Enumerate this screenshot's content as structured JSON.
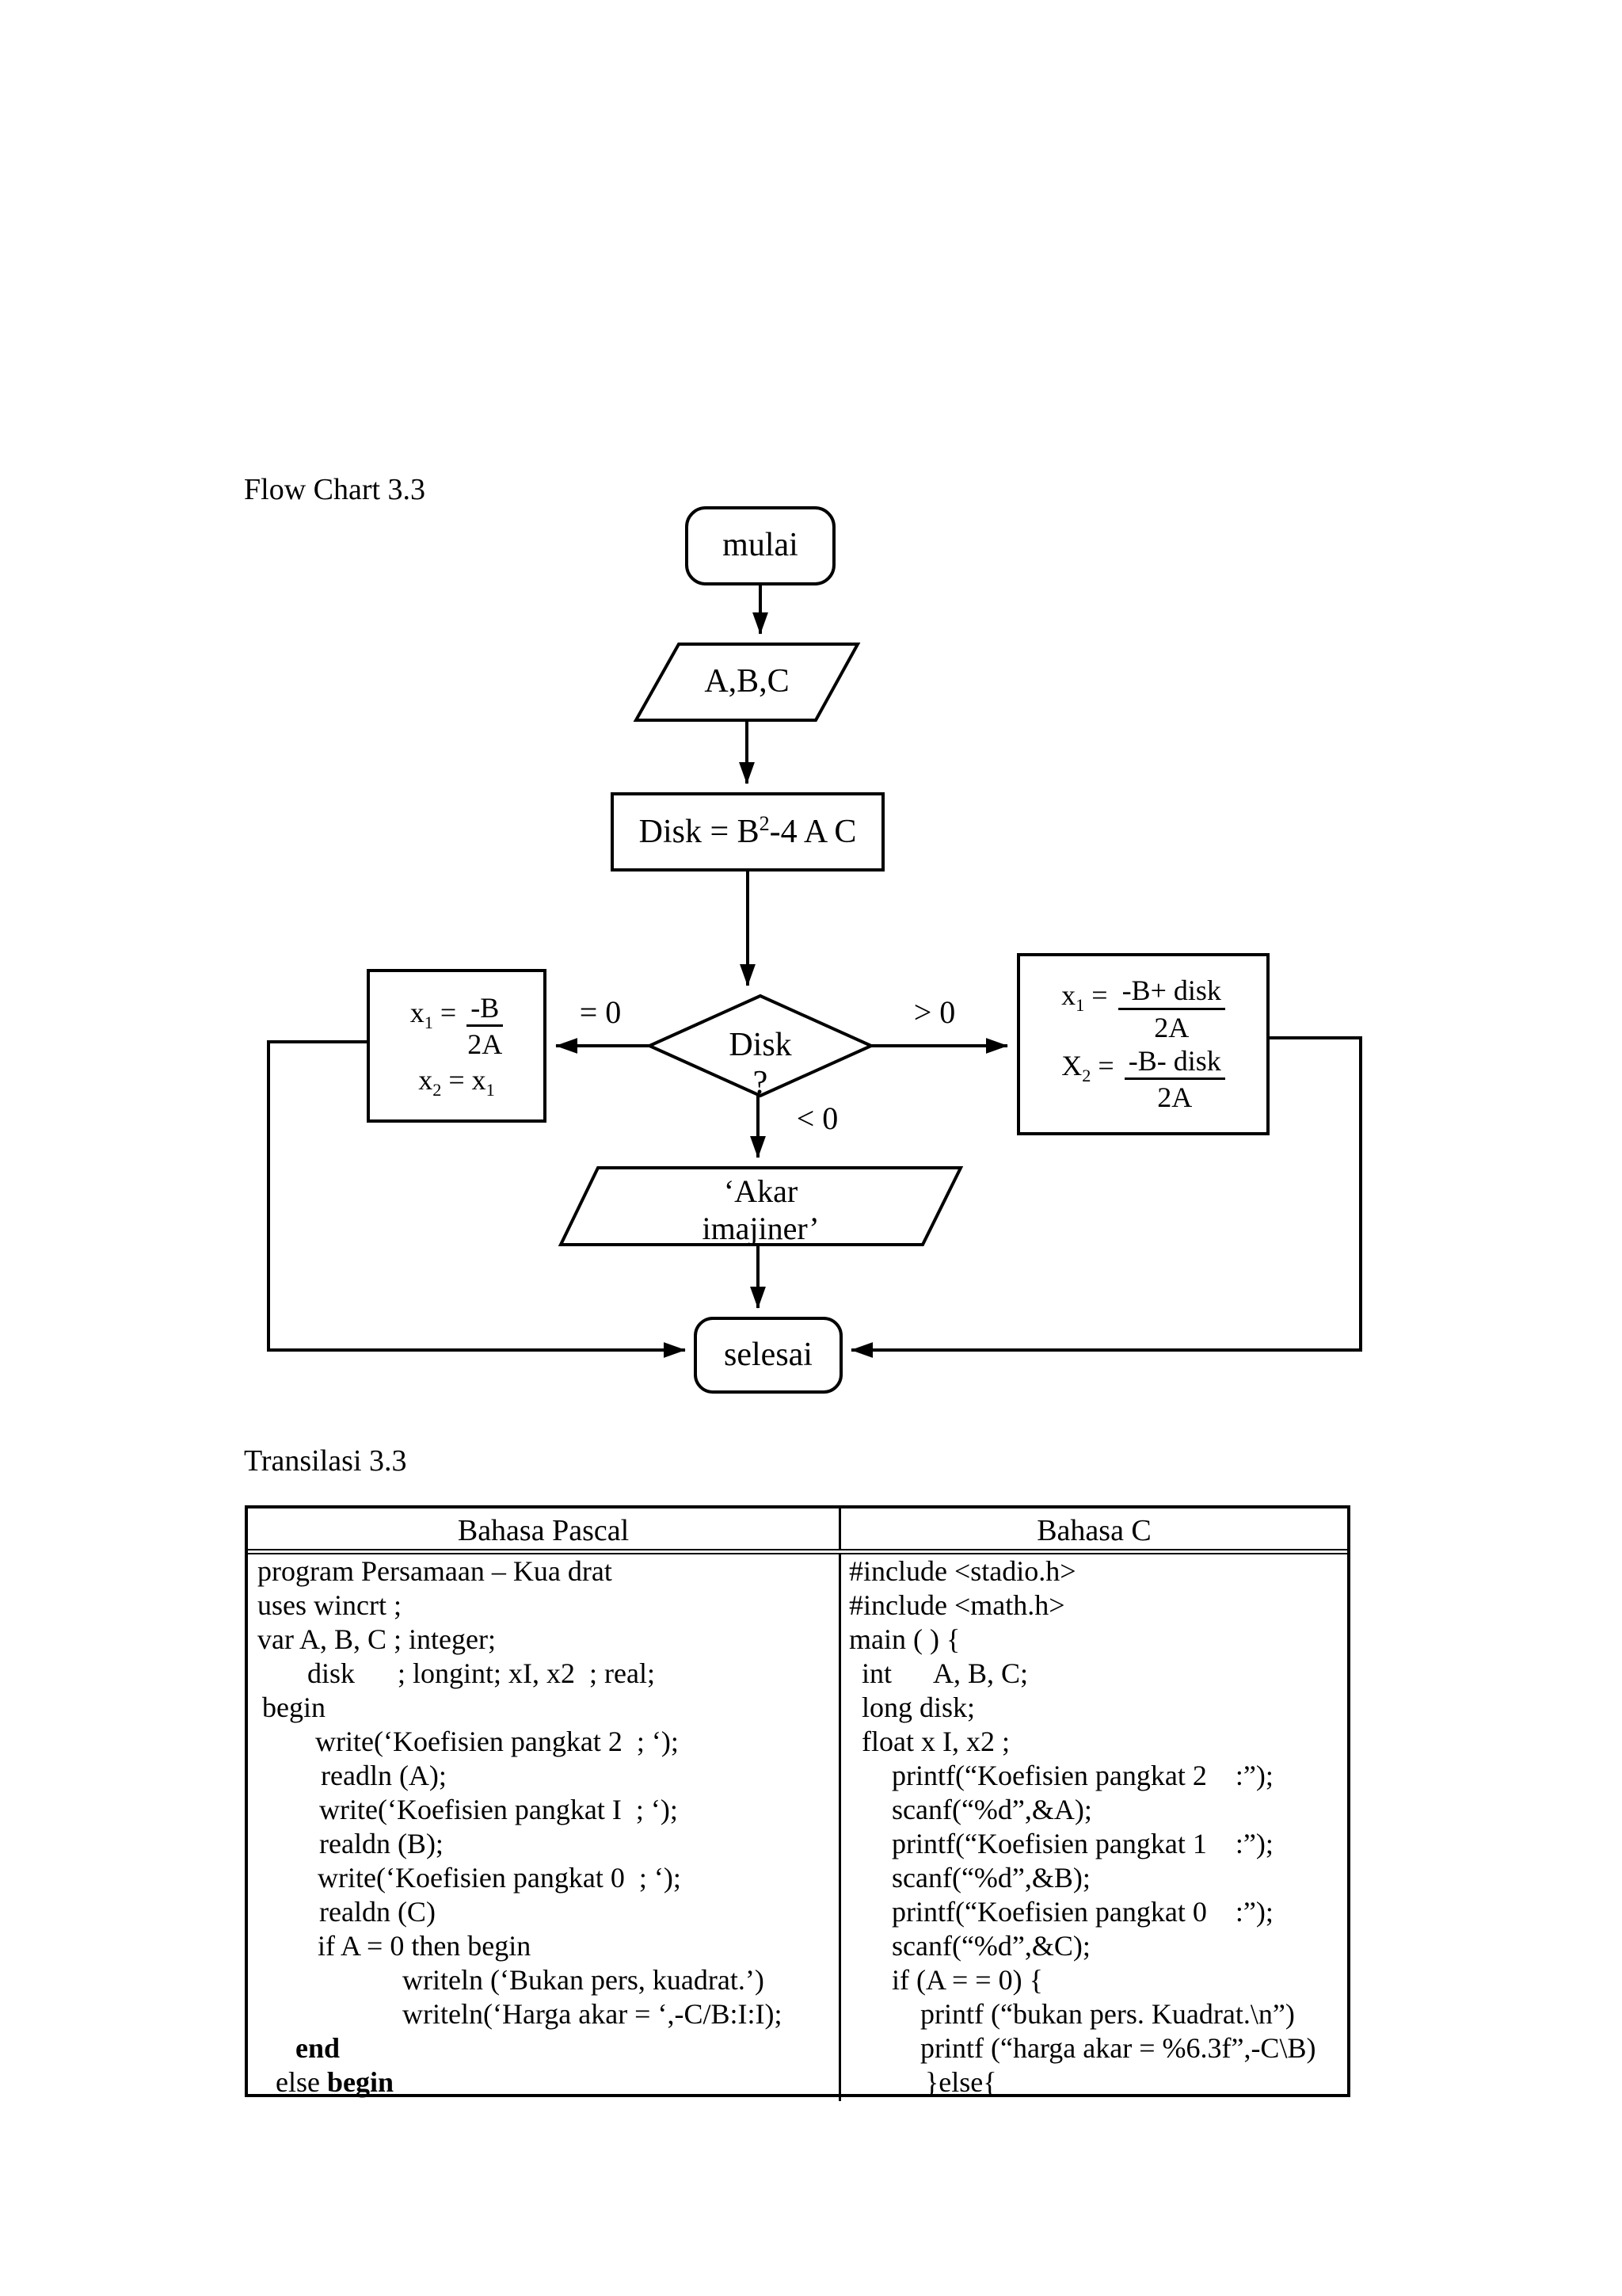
{
  "page": {
    "flowchart_title": "Flow Chart 3.3",
    "table_title": "Transilasi 3.3"
  },
  "flowchart": {
    "start_label": "mulai",
    "input_label": "A,B,C",
    "process": {
      "pre": "Disk = B",
      "sup": "2",
      "post": "-4 A C"
    },
    "decision": {
      "line1": "Disk",
      "line2": "?"
    },
    "branch_eq": "= 0",
    "branch_gt": "> 0",
    "branch_lt": "< 0",
    "left_box": {
      "v1_base": "x",
      "v1_sub": "1",
      "v1_eq": " = ",
      "num": "-B",
      "den": "2A",
      "v2_base": "x",
      "v2_sub": "2",
      "v2_eq": " = ",
      "rhs_base": "x",
      "rhs_sub": "1"
    },
    "right_box": {
      "l1_base": "x",
      "l1_sub": "1",
      "l1_eq": " = ",
      "l1_num": "-B+ disk",
      "l1_den": "2A",
      "l2_base": "X",
      "l2_sub": "2",
      "l2_eq": " = ",
      "l2_num": "-B- disk",
      "l2_den": "2A"
    },
    "output_line1": "‘Akar",
    "output_line2": "imajiner’",
    "end_label": "selesai"
  },
  "table": {
    "headers": [
      "Bahasa Pascal",
      "Bahasa C"
    ],
    "pascal": [
      {
        "ind": 12,
        "seg": [
          {
            "t": "program Persamaan – Kua drat",
            "b": false
          }
        ]
      },
      {
        "ind": 12,
        "seg": [
          {
            "t": "uses wincrt ;",
            "b": false
          }
        ]
      },
      {
        "ind": 12,
        "seg": [
          {
            "t": "var A, B, C ; integer;",
            "b": false
          }
        ]
      },
      {
        "ind": 75,
        "seg": [
          {
            "t": "disk      ; longint; xI, x2  ; real;",
            "b": false
          }
        ]
      },
      {
        "ind": 18,
        "seg": [
          {
            "t": "begin",
            "b": false
          }
        ]
      },
      {
        "ind": 85,
        "seg": [
          {
            "t": "write(‘Koefisien pangkat 2  ; ‘);",
            "b": false
          }
        ]
      },
      {
        "ind": 92,
        "seg": [
          {
            "t": "readln (A);",
            "b": false
          }
        ]
      },
      {
        "ind": 90,
        "seg": [
          {
            "t": "write(‘Koefisien pangkat I  ; ‘);",
            "b": false
          }
        ]
      },
      {
        "ind": 90,
        "seg": [
          {
            "t": "realdn (B);",
            "b": false
          }
        ]
      },
      {
        "ind": 88,
        "seg": [
          {
            "t": "write(‘Koefisien pangkat 0  ; ‘);",
            "b": false
          }
        ]
      },
      {
        "ind": 90,
        "seg": [
          {
            "t": "realdn (C)",
            "b": false
          }
        ]
      },
      {
        "ind": 88,
        "seg": [
          {
            "t": "if A = 0 then begin",
            "b": false
          }
        ]
      },
      {
        "ind": 195,
        "seg": [
          {
            "t": "writeln (‘Bukan pers, kuadrat.’)",
            "b": false
          }
        ]
      },
      {
        "ind": 195,
        "seg": [
          {
            "t": "writeln(‘Harga akar = ‘,-C/B:I:I);",
            "b": false
          }
        ]
      },
      {
        "ind": 60,
        "seg": [
          {
            "t": "end",
            "b": true
          }
        ]
      },
      {
        "ind": 35,
        "seg": [
          {
            "t": "else ",
            "b": false
          },
          {
            "t": "begin",
            "b": true
          }
        ]
      }
    ],
    "c": [
      {
        "ind": 10,
        "seg": [
          {
            "t": "#include <stadio.h>",
            "b": false
          }
        ]
      },
      {
        "ind": 10,
        "seg": [
          {
            "t": "#include <math.h>",
            "b": false
          }
        ]
      },
      {
        "ind": 10,
        "seg": [
          {
            "t": "main ( ) {",
            "b": false
          }
        ]
      },
      {
        "ind": 26,
        "seg": [
          {
            "t": "int      A, B, C;",
            "b": false
          }
        ]
      },
      {
        "ind": 26,
        "seg": [
          {
            "t": "long disk;",
            "b": false
          }
        ]
      },
      {
        "ind": 26,
        "seg": [
          {
            "t": "float x I, x2 ;",
            "b": false
          }
        ]
      },
      {
        "ind": 64,
        "seg": [
          {
            "t": "printf(“Koefisien pangkat 2    :”);",
            "b": false
          }
        ]
      },
      {
        "ind": 64,
        "seg": [
          {
            "t": "scanf(“%d”,&A);",
            "b": false
          }
        ]
      },
      {
        "ind": 64,
        "seg": [
          {
            "t": "printf(“Koefisien pangkat 1    :”);",
            "b": false
          }
        ]
      },
      {
        "ind": 64,
        "seg": [
          {
            "t": "scanf(“%d”,&B);",
            "b": false
          }
        ]
      },
      {
        "ind": 64,
        "seg": [
          {
            "t": "printf(“Koefisien pangkat 0    :”);",
            "b": false
          }
        ]
      },
      {
        "ind": 64,
        "seg": [
          {
            "t": "scanf(“%d”,&C);",
            "b": false
          }
        ]
      },
      {
        "ind": 64,
        "seg": [
          {
            "t": "if (A = = 0) {",
            "b": false
          }
        ]
      },
      {
        "ind": 100,
        "seg": [
          {
            "t": "printf (“bukan pers. Kuadrat.\\n”)",
            "b": false
          }
        ]
      },
      {
        "ind": 100,
        "seg": [
          {
            "t": "printf (“harga akar = %6.3f”,-C\\B)",
            "b": false
          }
        ]
      },
      {
        "ind": 106,
        "seg": [
          {
            "t": "}else{",
            "b": false
          }
        ]
      }
    ]
  }
}
